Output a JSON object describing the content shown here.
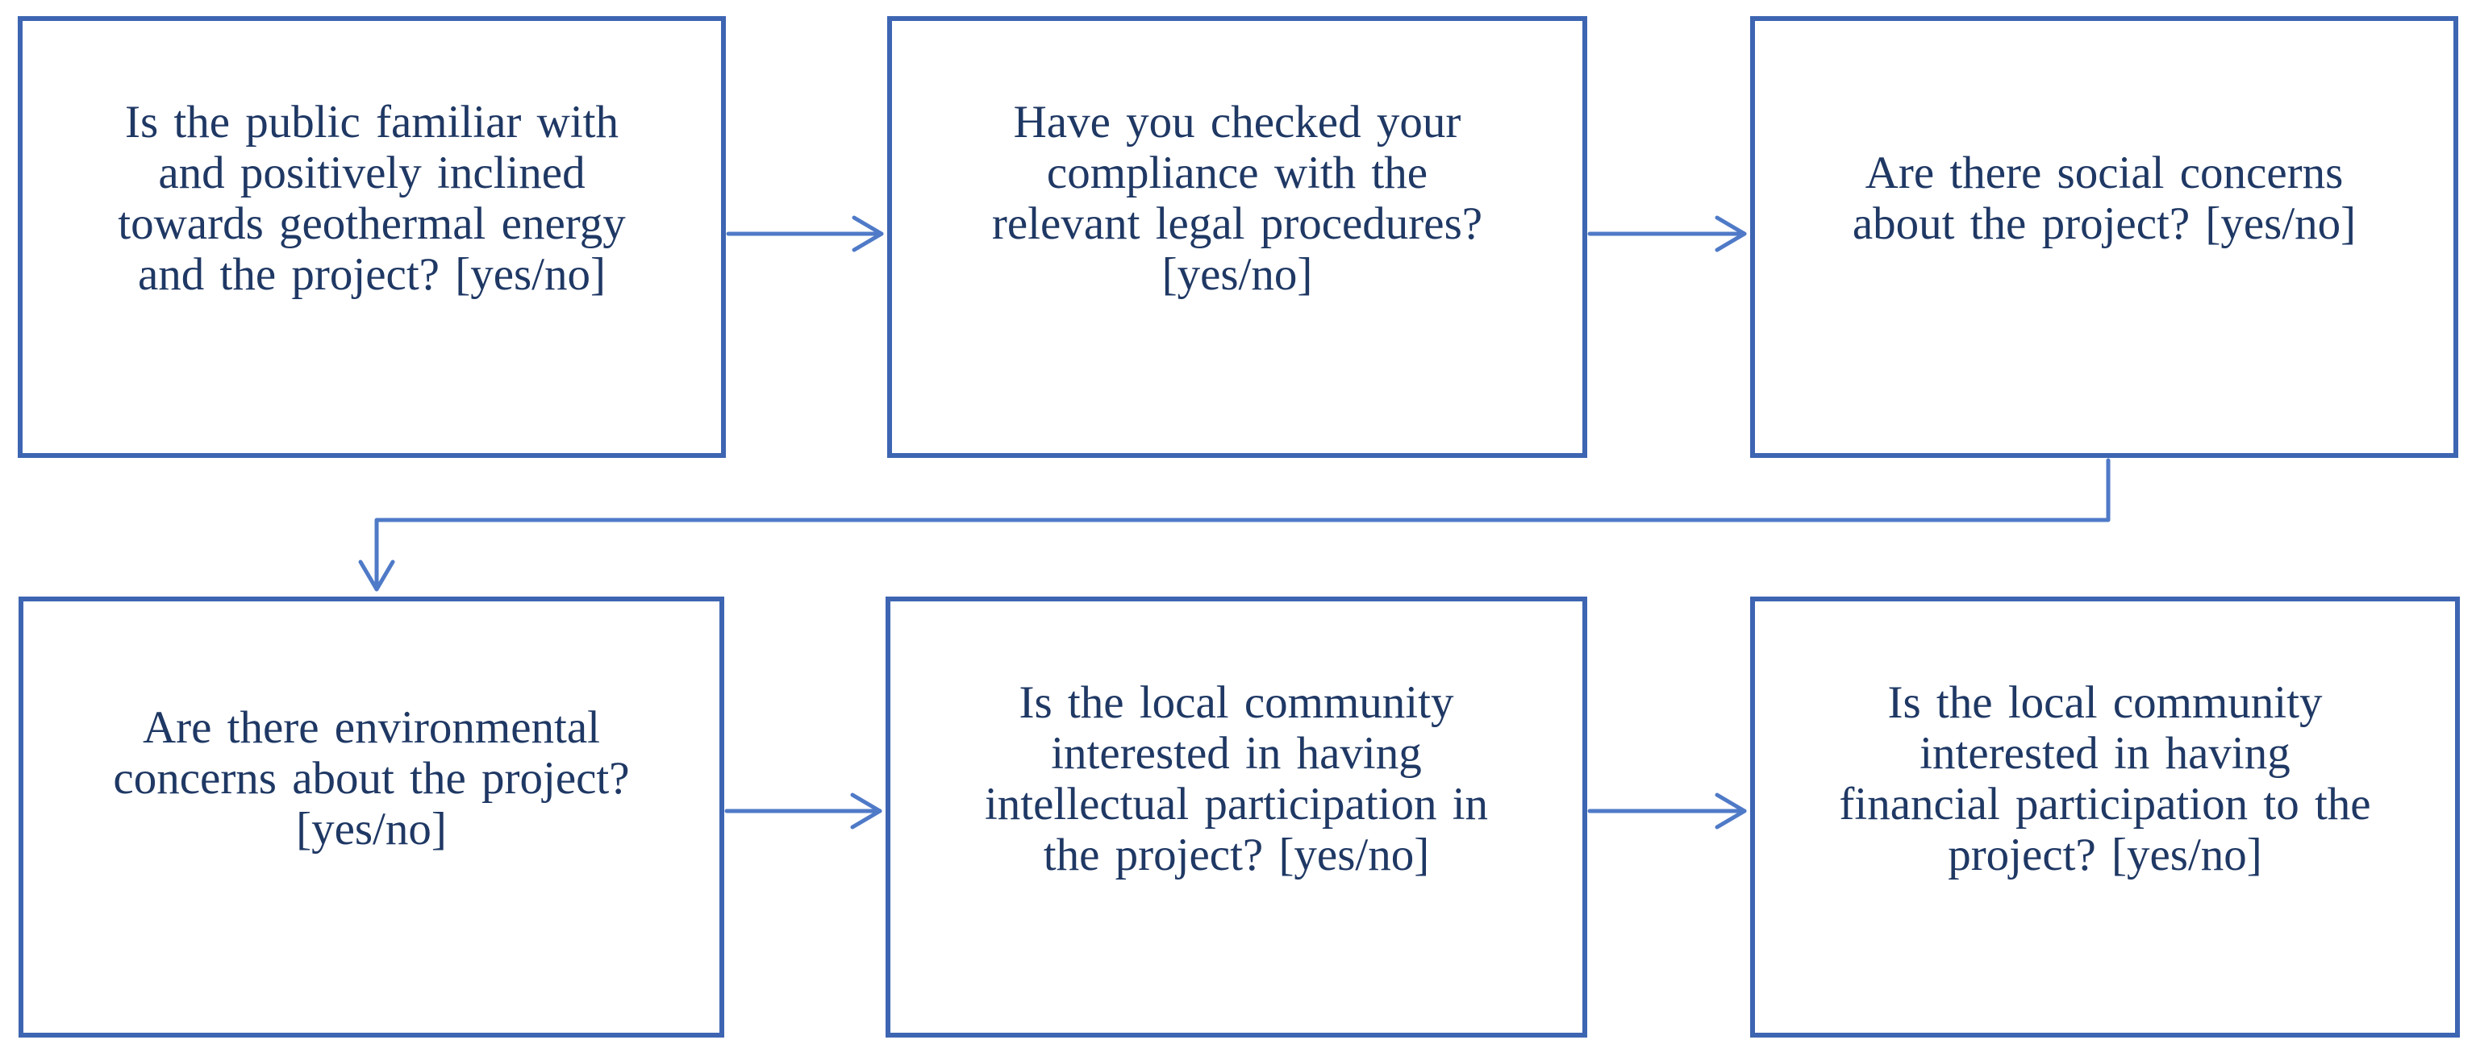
{
  "diagram": {
    "type": "flowchart",
    "background": "#ffffff",
    "colors": {
      "box_border": "#3d65b2",
      "connector": "#4f7ac7",
      "text": "#1f3864"
    },
    "nodes": [
      {
        "id": "public-familiarity",
        "row": 1,
        "col": 1,
        "lines": [
          "Is the public familiar with",
          "and positively inclined",
          "towards geothermal energy",
          "and the project? [yes/no]"
        ]
      },
      {
        "id": "legal-compliance",
        "row": 1,
        "col": 2,
        "lines": [
          "Have you checked your",
          "compliance with the",
          "relevant legal procedures?",
          "[yes/no]"
        ]
      },
      {
        "id": "social-concerns",
        "row": 1,
        "col": 3,
        "lines": [
          "Are there social concerns",
          "about the project? [yes/no]"
        ]
      },
      {
        "id": "environmental-concerns",
        "row": 2,
        "col": 1,
        "lines": [
          "Are there environmental",
          "concerns about the project?",
          "[yes/no]"
        ]
      },
      {
        "id": "intellectual-participation",
        "row": 2,
        "col": 2,
        "lines": [
          "Is the local community",
          "interested in having",
          "intellectual participation in",
          "the project? [yes/no]"
        ]
      },
      {
        "id": "financial-participation",
        "row": 2,
        "col": 3,
        "lines": [
          "Is the local community",
          "interested in having",
          "financial participation to the",
          "project? [yes/no]"
        ]
      }
    ],
    "edges": [
      {
        "from": "public-familiarity",
        "to": "legal-compliance"
      },
      {
        "from": "legal-compliance",
        "to": "social-concerns"
      },
      {
        "from": "social-concerns",
        "to": "environmental-concerns"
      },
      {
        "from": "environmental-concerns",
        "to": "intellectual-participation"
      },
      {
        "from": "intellectual-participation",
        "to": "financial-participation"
      }
    ]
  }
}
